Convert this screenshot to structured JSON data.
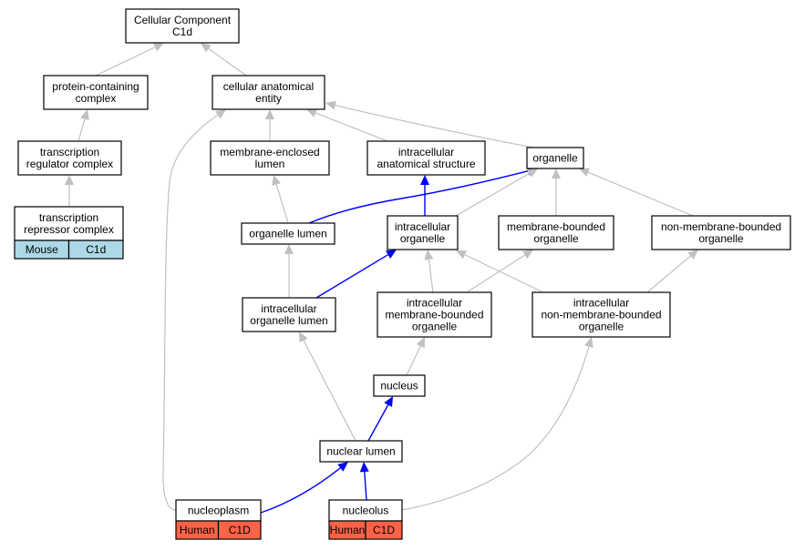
{
  "colors": {
    "blue_edge": "#0000ff",
    "grey_edge": "#c0c0c0",
    "mouse_tag": "#add8e6",
    "human_tag": "#ff6347"
  },
  "nodes": [
    {
      "id": "root",
      "lines": [
        "Cellular Component",
        "C1d"
      ]
    },
    {
      "id": "pcc",
      "lines": [
        "protein-containing",
        "complex"
      ]
    },
    {
      "id": "cae",
      "lines": [
        "cellular anatomical",
        "entity"
      ]
    },
    {
      "id": "trc",
      "lines": [
        "transcription",
        "regulator complex"
      ]
    },
    {
      "id": "mel",
      "lines": [
        "membrane-enclosed",
        "lumen"
      ]
    },
    {
      "id": "ias",
      "lines": [
        "intracellular",
        "anatomical structure"
      ]
    },
    {
      "id": "org",
      "lines": [
        "organelle"
      ]
    },
    {
      "id": "trpc",
      "lines": [
        "transcription",
        "repressor complex"
      ],
      "tags": [
        "Mouse",
        "C1d"
      ],
      "tag_color": "#add8e6"
    },
    {
      "id": "orgl",
      "lines": [
        "organelle lumen"
      ]
    },
    {
      "id": "io",
      "lines": [
        "intracellular",
        "organelle"
      ]
    },
    {
      "id": "mbo",
      "lines": [
        "membrane-bounded",
        "organelle"
      ]
    },
    {
      "id": "nmbo",
      "lines": [
        "non-membrane-bounded",
        "organelle"
      ]
    },
    {
      "id": "iol",
      "lines": [
        "intracellular",
        "organelle lumen"
      ]
    },
    {
      "id": "imbo",
      "lines": [
        "intracellular",
        "membrane-bounded",
        "organelle"
      ]
    },
    {
      "id": "inmbo",
      "lines": [
        "intracellular",
        "non-membrane-bounded",
        "organelle"
      ]
    },
    {
      "id": "nucleus",
      "lines": [
        "nucleus"
      ]
    },
    {
      "id": "nl",
      "lines": [
        "nuclear lumen"
      ]
    },
    {
      "id": "np",
      "lines": [
        "nucleoplasm"
      ],
      "tags": [
        "Human",
        "C1D"
      ],
      "tag_color": "#ff6347"
    },
    {
      "id": "nuo",
      "lines": [
        "nucleolus"
      ],
      "tags": [
        "Human",
        "C1D"
      ],
      "tag_color": "#ff6347"
    }
  ],
  "edges": [
    {
      "from": "pcc",
      "to": "root",
      "color": "grey"
    },
    {
      "from": "cae",
      "to": "root",
      "color": "grey"
    },
    {
      "from": "trc",
      "to": "pcc",
      "color": "grey"
    },
    {
      "from": "trpc",
      "to": "trc",
      "color": "grey"
    },
    {
      "from": "mel",
      "to": "cae",
      "color": "grey"
    },
    {
      "from": "ias",
      "to": "cae",
      "color": "grey"
    },
    {
      "from": "org",
      "to": "cae",
      "color": "grey"
    },
    {
      "from": "np",
      "to": "cae",
      "color": "grey"
    },
    {
      "from": "orgl",
      "to": "mel",
      "color": "grey"
    },
    {
      "from": "io",
      "to": "ias",
      "color": "blue"
    },
    {
      "from": "orgl",
      "to": "org",
      "color": "blue"
    },
    {
      "from": "io",
      "to": "org",
      "color": "grey"
    },
    {
      "from": "mbo",
      "to": "org",
      "color": "grey"
    },
    {
      "from": "nmbo",
      "to": "org",
      "color": "grey"
    },
    {
      "from": "iol",
      "to": "orgl",
      "color": "grey"
    },
    {
      "from": "iol",
      "to": "io",
      "color": "blue"
    },
    {
      "from": "imbo",
      "to": "io",
      "color": "grey"
    },
    {
      "from": "inmbo",
      "to": "io",
      "color": "grey"
    },
    {
      "from": "imbo",
      "to": "mbo",
      "color": "grey"
    },
    {
      "from": "inmbo",
      "to": "nmbo",
      "color": "grey"
    },
    {
      "from": "nucleus",
      "to": "imbo",
      "color": "grey"
    },
    {
      "from": "nl",
      "to": "iol",
      "color": "grey"
    },
    {
      "from": "nl",
      "to": "nucleus",
      "color": "blue"
    },
    {
      "from": "np",
      "to": "nl",
      "color": "blue"
    },
    {
      "from": "nuo",
      "to": "nl",
      "color": "blue"
    },
    {
      "from": "nuo",
      "to": "inmbo",
      "color": "grey"
    }
  ]
}
